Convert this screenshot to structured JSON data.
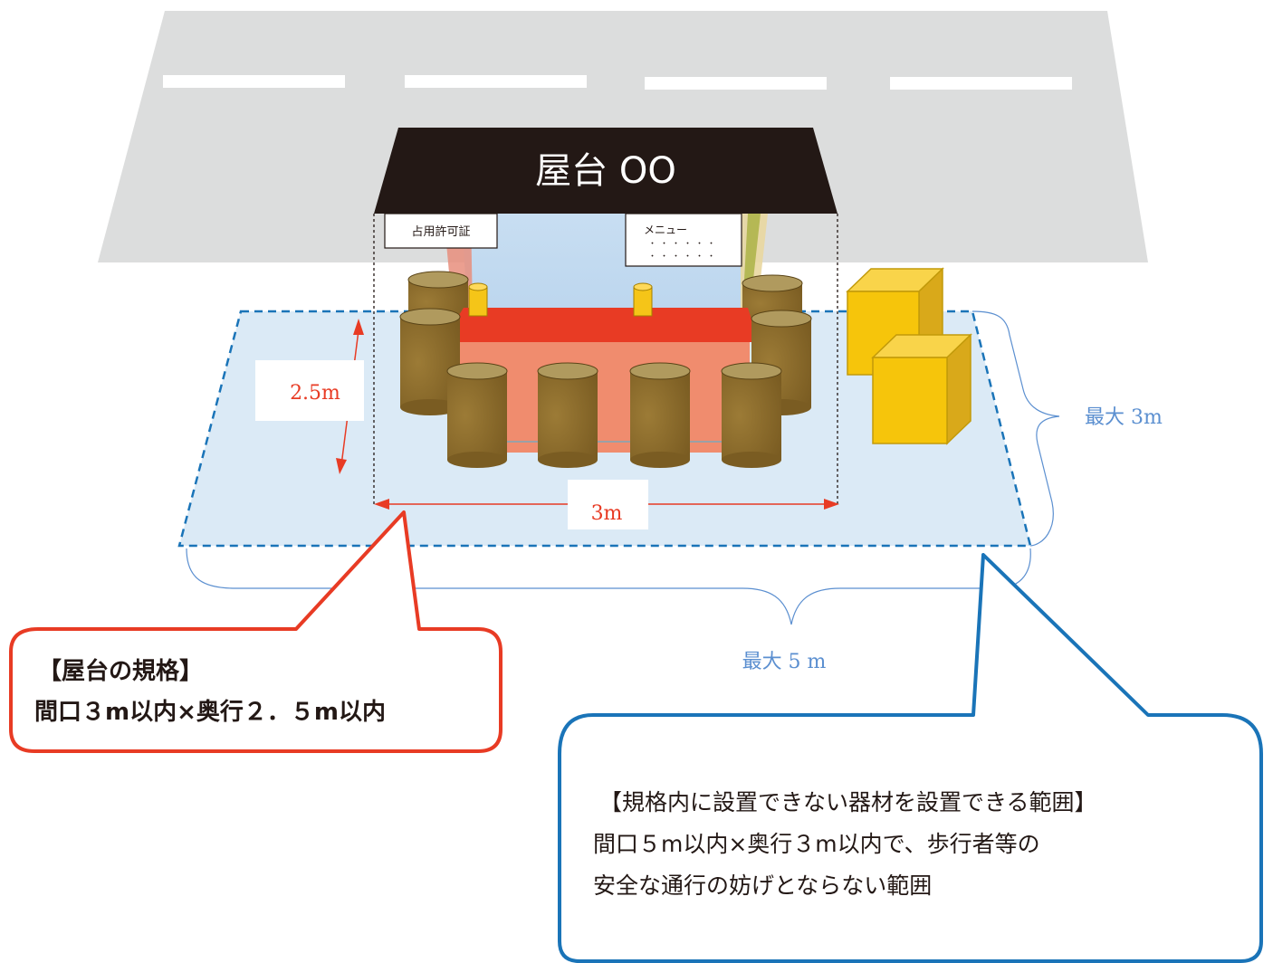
{
  "sign": {
    "stall_name": "屋台 OO",
    "permit_label": "占用許可証",
    "menu_label": "メニュー",
    "menu_dots": "・・・・・・\n・・・・・・"
  },
  "dimensions": {
    "depth_label": "2.5m",
    "width_label": "3m",
    "max_depth_label": "最大 3m",
    "max_width_label": "最大 5 m"
  },
  "callouts": {
    "stall_spec": {
      "title": "【屋台の規格】",
      "line1": "間口３m以内×奥行２．５m以内"
    },
    "equipment_area": {
      "title": "【規格内に設置できない器材を設置できる範囲】",
      "line1": "間口５m以内×奥行３m以内で、歩行者等の",
      "line2": "安全な通行の妨げとならない範囲"
    }
  },
  "colors": {
    "road": "#dcdddd",
    "lane_mark": "#ffffff",
    "area_fill": "#dbeaf6",
    "area_border": "#1a74b8",
    "roof": "#231815",
    "counter": "#e83b24",
    "stall_body": "#f08c6e",
    "stall_back": "#c4dbf1",
    "stool": "#8b6a2b",
    "stool_top": "#b09a5e",
    "cup": "#f5c518",
    "box": "#f6c50b",
    "spec_border": "#e83b24",
    "equip_border": "#1a74b8",
    "dim_red": "#e83b24",
    "brace_blue": "#5b8fd0"
  }
}
